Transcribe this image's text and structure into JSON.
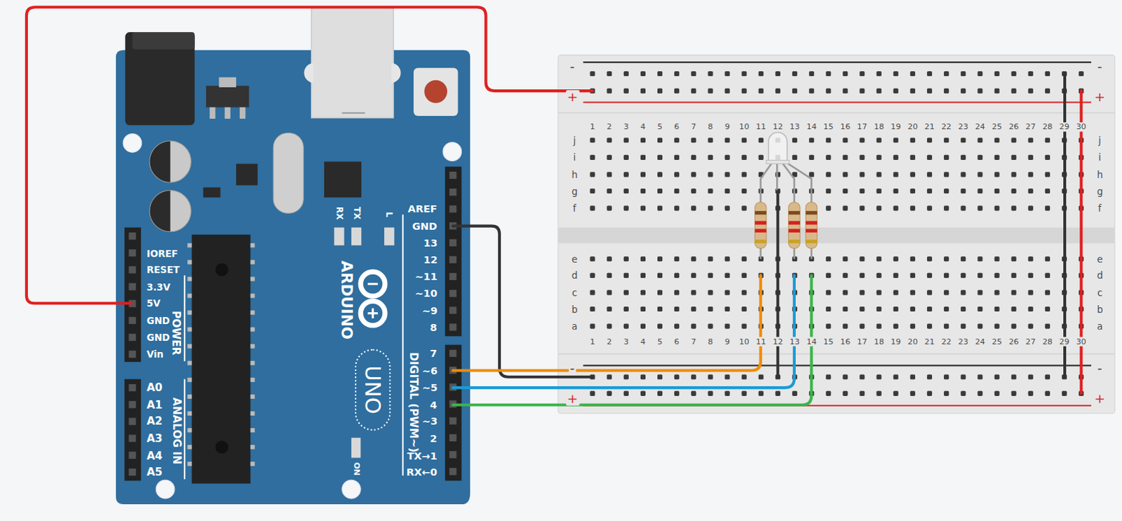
{
  "diagram": {
    "labels": [
      "RX",
      "TX",
      "L",
      "AREF",
      "GND",
      "13",
      "12",
      "~11",
      "~10",
      "~9",
      "8",
      "7",
      "~6",
      "~5",
      "4",
      "~3",
      "2",
      "TX→1",
      "RX←0",
      "DIGITAL (PWM~)",
      "ARDUINO",
      "UNO",
      "ON",
      "IOREF",
      "RESET",
      "3.3V",
      "5V",
      "GND",
      "GND",
      "Vin",
      "POWER",
      "A0",
      "A1",
      "A2",
      "A3",
      "A4",
      "A5",
      "ANALOG IN",
      "-",
      "+",
      "-",
      "+",
      "1",
      "2",
      "3",
      "4",
      "5",
      "6",
      "7",
      "8",
      "9",
      "10",
      "11",
      "12",
      "13",
      "14",
      "15",
      "16",
      "17",
      "18",
      "19",
      "20",
      "21",
      "22",
      "23",
      "24",
      "25",
      "26",
      "27",
      "28",
      "29",
      "30",
      "j",
      "i",
      "h",
      "g",
      "f",
      "j",
      "i",
      "h",
      "g",
      "f",
      "e",
      "d",
      "c",
      "b",
      "a",
      "e",
      "d",
      "c",
      "b",
      "a",
      "1",
      "2",
      "3",
      "4",
      "5",
      "6",
      "7",
      "8",
      "9",
      "10",
      "11",
      "12",
      "13",
      "14",
      "15",
      "16",
      "17",
      "18",
      "19",
      "20",
      "21",
      "22",
      "23",
      "24",
      "25",
      "26",
      "27",
      "28",
      "29",
      "30",
      "-",
      "+",
      "-",
      "+"
    ]
  }
}
